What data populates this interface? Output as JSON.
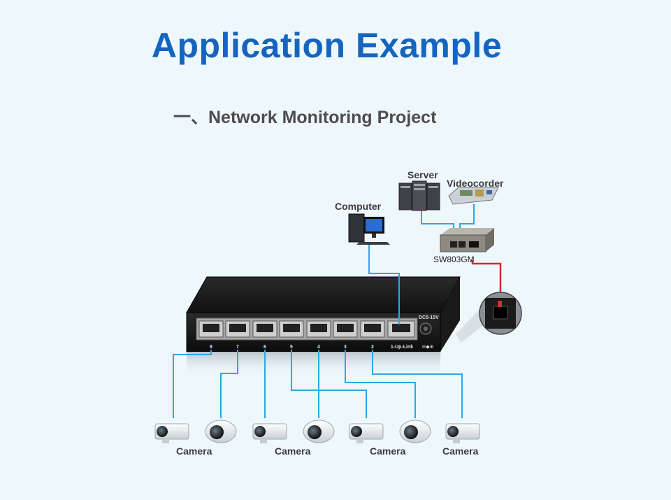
{
  "title": "Application Example",
  "section_heading": "一、Network Monitoring Project",
  "devices": {
    "server": "Server",
    "videocorder": "Videocorder",
    "computer": "Computer",
    "converter": "SW803GM"
  },
  "switch": {
    "power_label": "DC5-15V",
    "uplink_label": "1-Up-Link",
    "port_numbers": [
      "8",
      "7",
      "6",
      "5",
      "4",
      "3",
      "2"
    ]
  },
  "camera_labels": [
    "Camera",
    "Camera",
    "Camera",
    "Camera"
  ],
  "colors": {
    "title": "#1565c0",
    "cable_ethernet": "#29a9e1",
    "cable_fiber": "#d42a2a"
  }
}
